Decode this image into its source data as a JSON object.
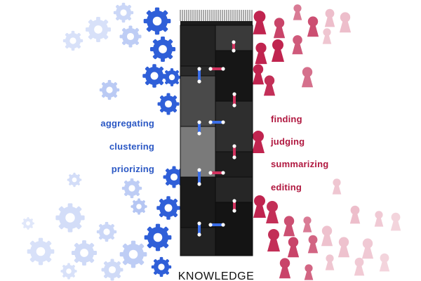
{
  "colors": {
    "gear_blue": "#2f5fd8",
    "gear_blue_light": "#a9bdf2",
    "people_red": "#c0244f",
    "people_red_light": "#ecb8c6",
    "tower_dark": "#1c1c1c"
  },
  "icons": {
    "left_group": "gear-icon",
    "right_group": "person-icon",
    "connectors": "stitch-icon"
  },
  "left_labels": [
    "aggregating",
    "clustering",
    "priorizing"
  ],
  "right_labels": [
    "finding",
    "judging",
    "summarizing",
    "editing"
  ],
  "center_label": "KNOWLEDGE"
}
